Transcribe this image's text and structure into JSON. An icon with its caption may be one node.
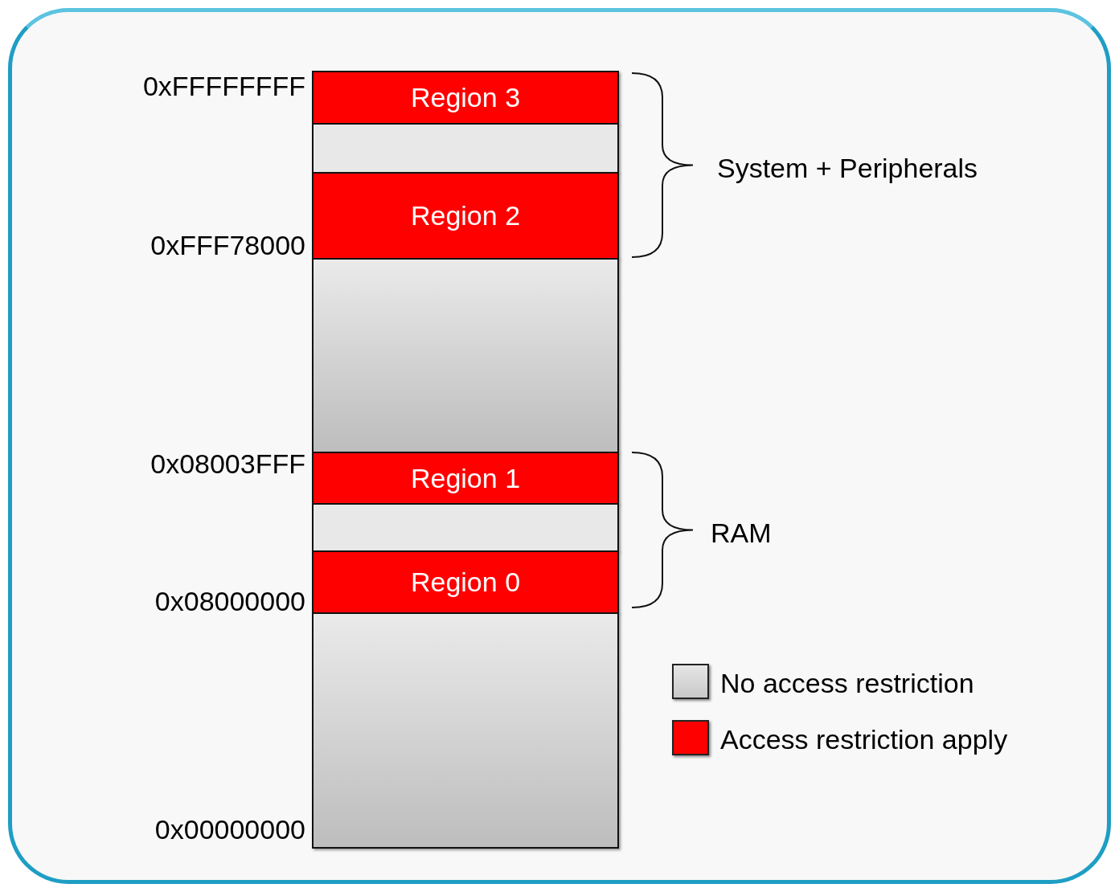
{
  "diagram": {
    "nodes": [
      {
        "text": [
          "Region 3"
        ]
      },
      {
        "text": [],
        "shape": "box"
      },
      {
        "text": [
          "Region 2"
        ]
      },
      {
        "text": [],
        "shape": "box"
      },
      {
        "text": [
          "Region 1"
        ]
      },
      {
        "text": [],
        "shape": "box"
      },
      {
        "text": [
          "Region 0"
        ]
      },
      {
        "text": [],
        "shape": "box"
      }
    ],
    "labels": [
      "0xFFFFFFFF",
      "System + Peripherals",
      "0xFFF78000",
      "0x08003FFF",
      "RAM",
      "0x08000000",
      "0x00000000"
    ],
    "legend": [
      {
        "text": "No access restriction",
        "color": "#e6e6e6"
      },
      {
        "text": "Access restriction apply",
        "color": "#ff0000"
      }
    ]
  }
}
